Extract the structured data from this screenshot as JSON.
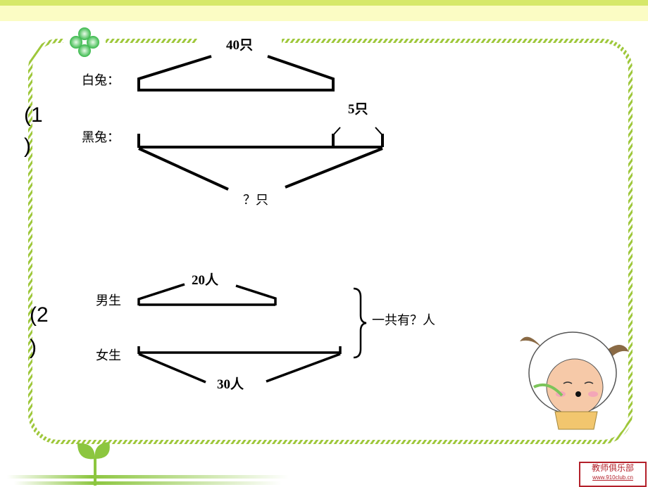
{
  "slide": {
    "colors": {
      "top_bar": "#d6e86a",
      "top_band": "#fbfcc4",
      "frame_stripe": "#9ec73a",
      "clover": "#4cc35a",
      "sprout": "#8cc63f"
    },
    "problem1": {
      "number_label": "(1",
      "number_close": ")",
      "white_rabbit_label": "白兔：",
      "black_rabbit_label": "黑兔：",
      "white_total": "40只",
      "extra": "5只",
      "black_total_question": "？只"
    },
    "problem2": {
      "number_label": "(2",
      "number_close": ")",
      "boys_label": "男生",
      "girls_label": "女生",
      "boys_count": "20人",
      "girls_count": "30人",
      "question": "一共有？人"
    },
    "watermark": {
      "line1": "教师俱乐部",
      "line2": "www.910club.cn"
    },
    "icons": [
      "clover-icon",
      "sheep-illustration",
      "sprout-icon"
    ]
  }
}
